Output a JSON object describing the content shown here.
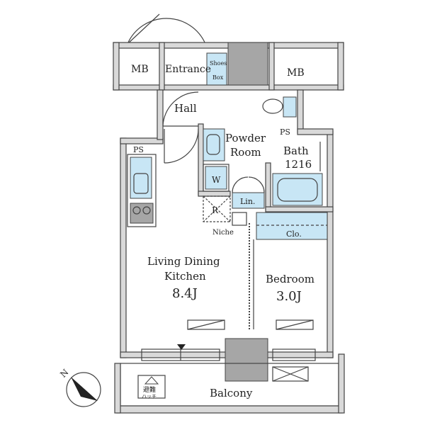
{
  "rooms": {
    "mb_left": "MB",
    "entrance": "Entrance",
    "shoes_box_line1": "Shoes",
    "shoes_box_line2": "Box",
    "mb_right": "MB",
    "hall": "Hall",
    "ps_top": "PS",
    "powder_room_line1": "Powder",
    "powder_room_line2": "Room",
    "bath_line1": "Bath",
    "bath_line2": "1216",
    "ps_left": "PS",
    "w": "W",
    "r": "R",
    "lin": "Lin.",
    "niche": "Niche",
    "clo": "Clo.",
    "ldk_line1": "Living Dining",
    "ldk_line2": "Kitchen",
    "ldk_size": "8.4J",
    "bedroom": "Bedroom",
    "bedroom_size": "3.0J",
    "balcony": "Balcony",
    "evac_line1": "避難",
    "evac_line2": "ハッチ",
    "compass": "N"
  },
  "colors": {
    "wall": "#d9d9d9",
    "line": "#444444",
    "fixture": "#c8e6f5",
    "block": "#a6a6a6"
  }
}
